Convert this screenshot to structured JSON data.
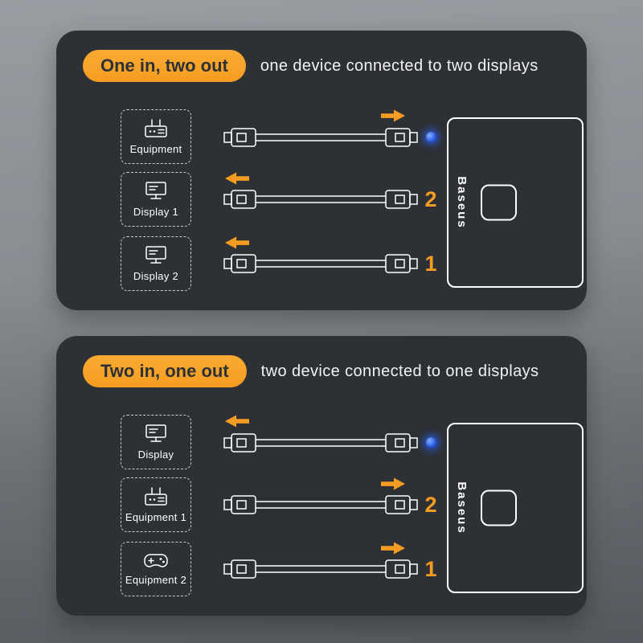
{
  "colors": {
    "accent_orange": "#f59c22",
    "led_blue": "#1e4fe0",
    "panel_bg": "#2d3034",
    "background_gray": "#888d92",
    "line_white": "#ffffff"
  },
  "panels": [
    {
      "badge": "One in, two out",
      "subtitle": "one device connected to two displays",
      "device_label": "Baseus",
      "rows": [
        {
          "icon": "router-icon",
          "label": "Equipment",
          "arrow": "right",
          "indicator": "led"
        },
        {
          "icon": "monitor-icon",
          "label": "Display 1",
          "arrow": "left",
          "indicator": "2"
        },
        {
          "icon": "monitor-icon",
          "label": "Display 2",
          "arrow": "left",
          "indicator": "1"
        }
      ]
    },
    {
      "badge": "Two in, one out",
      "subtitle": "two device connected to one displays",
      "device_label": "Baseus",
      "rows": [
        {
          "icon": "monitor-icon",
          "label": "Display",
          "arrow": "left",
          "indicator": "led"
        },
        {
          "icon": "router-icon",
          "label": "Equipment 1",
          "arrow": "right",
          "indicator": "2"
        },
        {
          "icon": "gamepad-icon",
          "label": "Equipment 2",
          "arrow": "right",
          "indicator": "1"
        }
      ]
    }
  ]
}
